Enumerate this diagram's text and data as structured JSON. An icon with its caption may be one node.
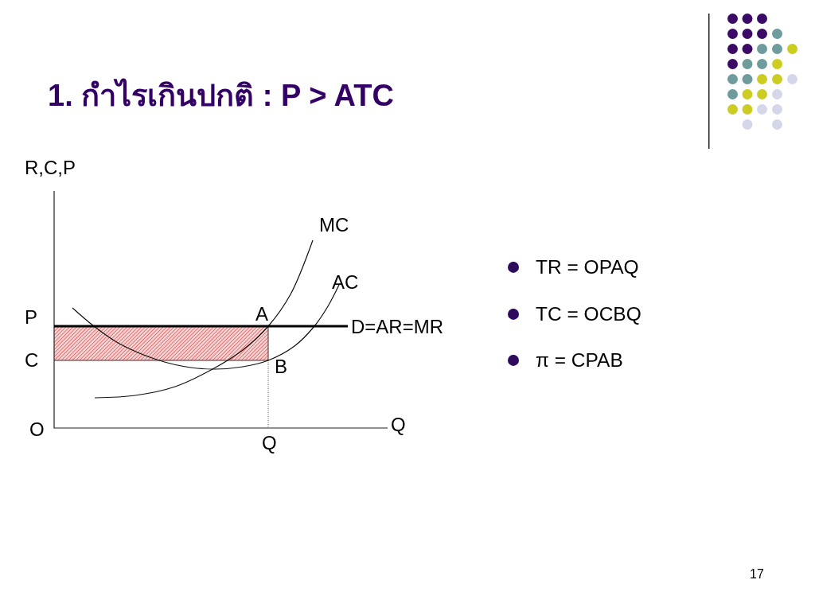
{
  "diagram": {
    "title": "1. กำไรเกินปกติ : P > ATC",
    "labels": [
      "R,C,P",
      "MC",
      "AC",
      "A",
      "P",
      "D=AR=MR",
      "C",
      "B",
      "O",
      "Q",
      "Q",
      "TR = OPAQ",
      "TC = OCBQ",
      "π = CPAB",
      "17"
    ]
  }
}
